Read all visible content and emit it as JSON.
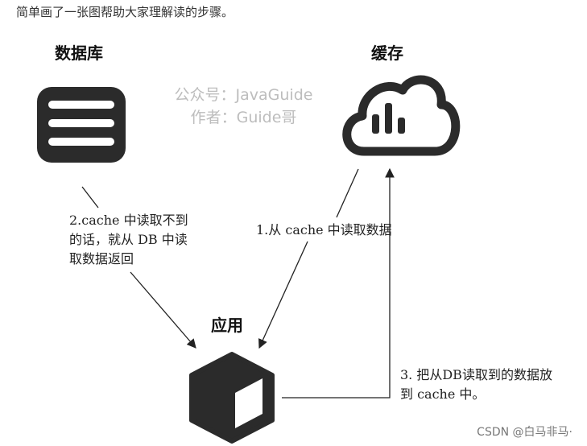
{
  "intro": "简单画了一张图帮助大家理解读的步骤。",
  "nodes": {
    "database": {
      "title": "数据库",
      "icon": "database-icon"
    },
    "cache": {
      "title": "缓存",
      "icon": "cloud-chart-icon"
    },
    "app": {
      "title": "应用",
      "icon": "cube-icon"
    }
  },
  "watermark": {
    "line1": "公众号：JavaGuide",
    "line2": "作者：Guide哥"
  },
  "steps": {
    "step1": {
      "line1": "1.从 cache 中读取数据"
    },
    "step2": {
      "line1": "2.cache 中读取不到",
      "line2": "的话，就从 DB 中读",
      "line3": "取数据返回"
    },
    "step3": {
      "line1": "3. 把从DB读取到的数据放",
      "line2": "到 cache 中。"
    }
  },
  "footer": "CSDN @白马非马·",
  "colors": {
    "icon": "#2b2b2b",
    "line": "#222222",
    "watermark": "#bdbdbd"
  }
}
